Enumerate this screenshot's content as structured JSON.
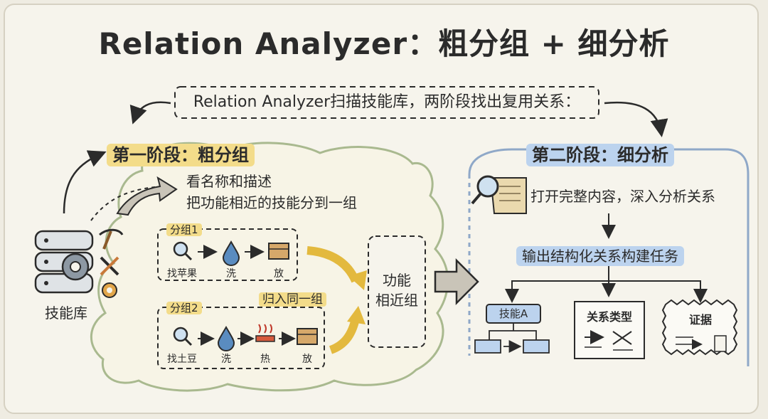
{
  "title": "Relation Analyzer：粗分组 + 细分析",
  "subtitle": "Relation Analyzer扫描技能库，两阶段找出复用关系：",
  "skill_library": {
    "label": "技能库"
  },
  "stage1": {
    "label": "第一阶段：粗分组",
    "desc_line1": "看名称和描述",
    "desc_line2": "把功能相近的技能分到一组",
    "group1": {
      "label": "分组1",
      "steps": [
        "找苹果",
        "洗",
        "放"
      ]
    },
    "group2": {
      "label": "分组2",
      "steps": [
        "找土豆",
        "洗",
        "热",
        "放"
      ]
    },
    "merge_label": "归入同一组",
    "result_label_line1": "功能",
    "result_label_line2": "相近组"
  },
  "stage2": {
    "label": "第二阶段：细分析",
    "step1": "打开完整内容，深入分析关系",
    "step2": "输出结构化关系构建任务",
    "outputs": [
      "技能A",
      "关系类型",
      "证据"
    ]
  },
  "colors": {
    "background": "#efece2",
    "highlight_yellow": "#f3dc8a",
    "highlight_blue": "#bcd3ee",
    "ink": "#2b2b2b",
    "cloud_green": "#a9b98f",
    "stage2_line": "#8fa8c8"
  },
  "icons": [
    "database-icon",
    "gear-icon",
    "pickaxe-icon",
    "tools-icon",
    "magnifier-icon",
    "water-drop-icon",
    "box-icon",
    "heat-icon",
    "scroll-icon",
    "arrow-icon",
    "shuffle-icon",
    "document-icon"
  ]
}
